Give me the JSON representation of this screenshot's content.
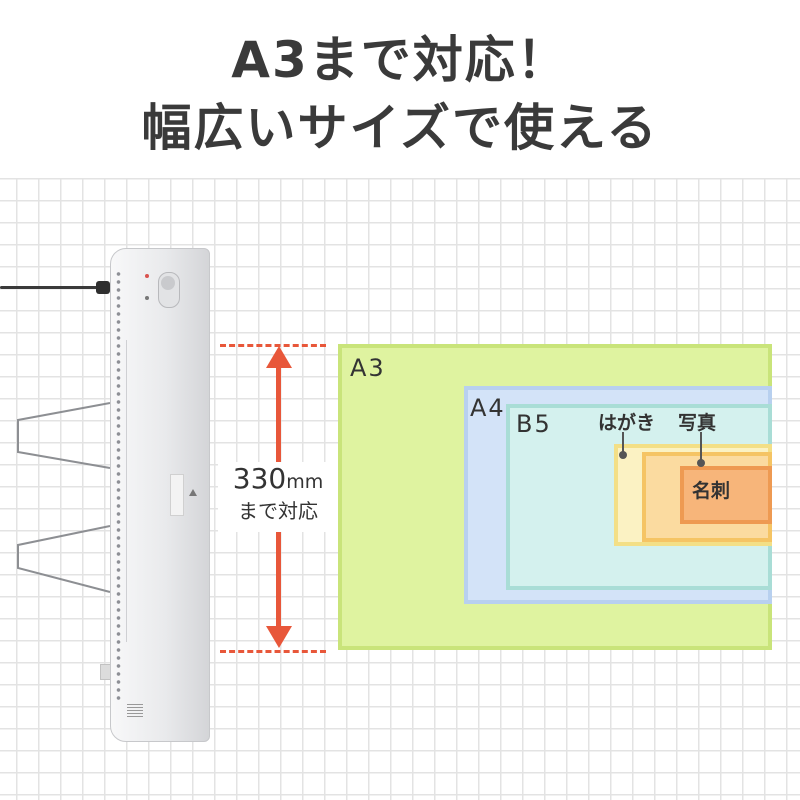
{
  "headline": {
    "line1": "A3まで対応！",
    "line2": "幅広いサイズで使える"
  },
  "measurement": {
    "value": "330",
    "unit": "mm",
    "caption": "まで対応",
    "color": "#e8573a"
  },
  "paper_sizes": [
    {
      "label": "A3",
      "fill": "#dff3a0",
      "border": "#c9e47a"
    },
    {
      "label": "A4",
      "fill": "#d3e3f8",
      "border": "#b8d0ef"
    },
    {
      "label": "B5",
      "fill": "#d4f1ee",
      "border": "#a9ddd6"
    },
    {
      "label": "はがき",
      "fill": "#fbf2c3",
      "border": "#f3df86"
    },
    {
      "label": "写真",
      "fill": "#fbdba0",
      "border": "#f5c464"
    },
    {
      "label": "名刺",
      "fill": "#f7b57a",
      "border": "#ee9a52"
    }
  ]
}
